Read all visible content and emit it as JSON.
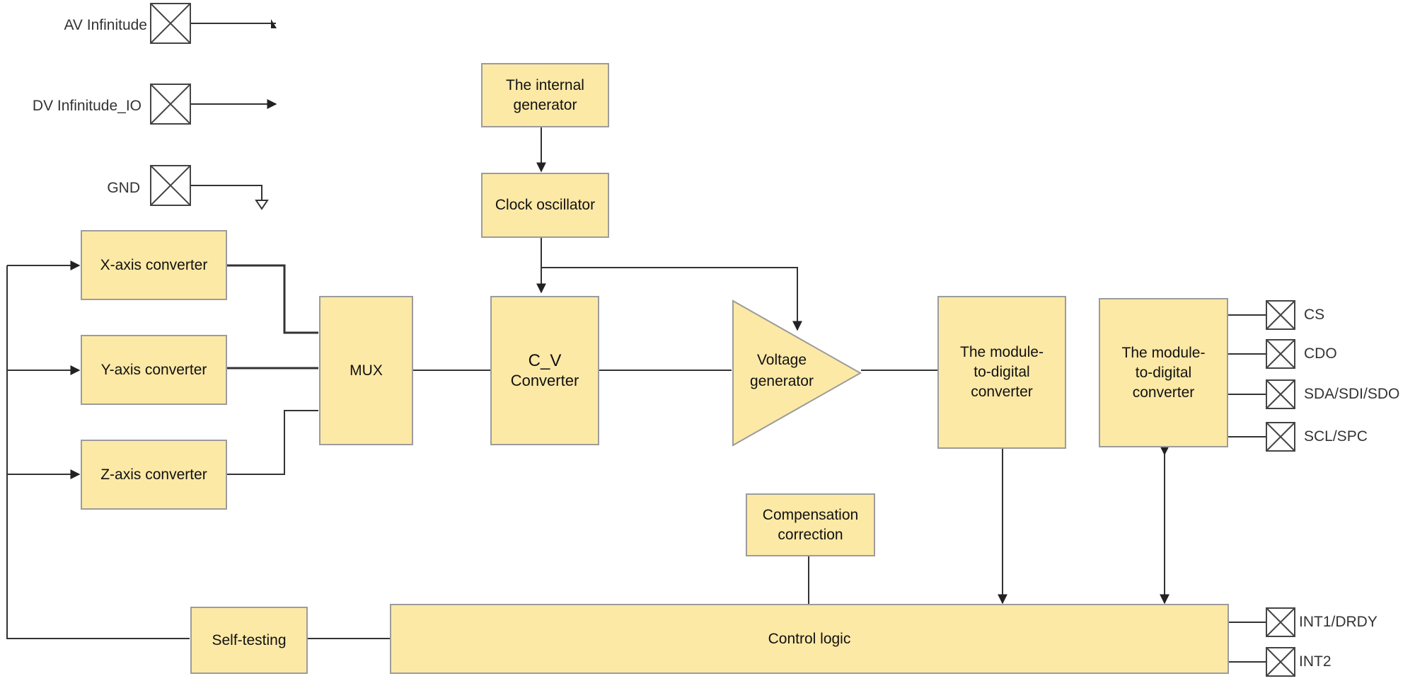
{
  "colors": {
    "block_fill": "#fde9a6",
    "block_border": "#9c9c9c",
    "line": "#333333",
    "pin_border": "#444444"
  },
  "power_pins": [
    {
      "label": "AV Infinitude",
      "icon": "pin-x-box-icon"
    },
    {
      "label": "DV Infinitude_IO",
      "icon": "pin-x-box-icon"
    },
    {
      "label": "GND",
      "icon": "pin-x-box-icon"
    }
  ],
  "blocks": {
    "internal_generator": [
      "The internal",
      "generator"
    ],
    "clock_oscillator": [
      "Clock oscillator"
    ],
    "x_axis": [
      "X-axis converter"
    ],
    "y_axis": [
      "Y-axis converter"
    ],
    "z_axis": [
      "Z-axis converter"
    ],
    "mux": [
      "MUX"
    ],
    "cv_converter": [
      "C_V",
      "Converter"
    ],
    "voltage_generator": [
      "Voltage",
      "generator"
    ],
    "adc_1": [
      "The module-",
      "to-digital",
      "converter"
    ],
    "adc_2": [
      "The module-",
      "to-digital",
      "converter"
    ],
    "compensation": [
      "Compensation",
      "correction"
    ],
    "self_testing": [
      "Self-testing"
    ],
    "control_logic": [
      "Control logic"
    ]
  },
  "io_pins": [
    {
      "label": "CS",
      "icon": "pin-x-box-icon"
    },
    {
      "label": "CDO",
      "icon": "pin-x-box-icon"
    },
    {
      "label": "SDA/SDI/SDO",
      "icon": "pin-x-box-icon"
    },
    {
      "label": "SCL/SPC",
      "icon": "pin-x-box-icon"
    },
    {
      "label": "INT1/DRDY",
      "icon": "pin-x-box-icon"
    },
    {
      "label": "INT2",
      "icon": "pin-x-box-icon"
    }
  ]
}
